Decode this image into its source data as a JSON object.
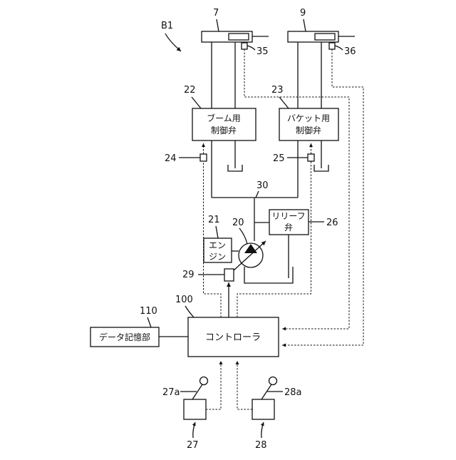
{
  "figure": {
    "label": "B1"
  },
  "refs": {
    "boom_cylinder": "7",
    "bucket_cylinder": "9",
    "sensor_boom": "35",
    "sensor_bucket": "36",
    "boom_valve": "22",
    "bucket_valve": "23",
    "pilot_boom": "24",
    "pilot_bucket": "25",
    "line": "30",
    "engine": "21",
    "pump": "20",
    "relief": "26",
    "regulator": "29",
    "controller": "100",
    "storage": "110",
    "lever1_stick": "27a",
    "lever2_stick": "28a",
    "lever1": "27",
    "lever2": "28"
  },
  "boxes": {
    "boom_valve": [
      "ブーム用",
      "制御弁"
    ],
    "bucket_valve": [
      "バケット用",
      "制御弁"
    ],
    "relief": [
      "リリーフ",
      "弁"
    ],
    "engine": [
      "エン",
      "ジン"
    ],
    "controller": "コントローラ",
    "storage": "データ記憶部"
  }
}
